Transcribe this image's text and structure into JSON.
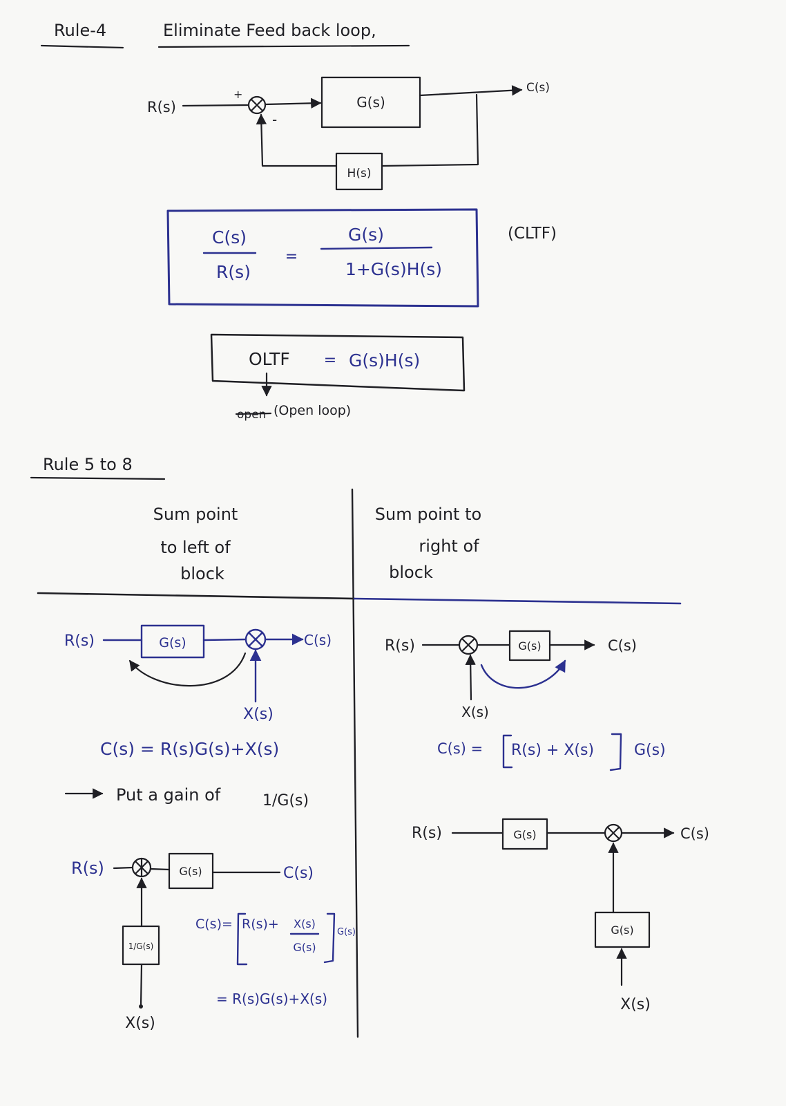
{
  "colors": {
    "paper": "#f8f8f6",
    "ink_black": "#1f1f24",
    "ink_blue": "#2c3190"
  },
  "rule4": {
    "title": "Rule-4",
    "heading": "Eliminate Feed back loop,",
    "diagram": {
      "input": "R(s)",
      "plus_sign": "+",
      "minus_sign": "-",
      "forward_block": "G(s)",
      "feedback_block": "H(s)",
      "output": "C(s)"
    },
    "cltf": {
      "lhs_numerator": "C(s)",
      "lhs_denominator": "R(s)",
      "equals": "=",
      "rhs_numerator": "G(s)",
      "rhs_denominator": "1+G(s)H(s)",
      "label": "(CLTF)"
    },
    "oltf": {
      "label": "OLTF",
      "equals": "=",
      "expression": "G(s)H(s)",
      "struck_word": "open",
      "note": "(Open loop)"
    }
  },
  "rules_5_to_8": {
    "title": "Rule 5 to 8",
    "left": {
      "header": [
        "Sum point",
        "to left of",
        "block"
      ],
      "diagram_1": {
        "input": "R(s)",
        "block": "G(s)",
        "output": "C(s)",
        "disturbance": "X(s)"
      },
      "equation_1": "C(s) = R(s)G(s)+X(s)",
      "instruction": {
        "text": "Put a gain of",
        "gain": "1/G(s)"
      },
      "diagram_2": {
        "input": "R(s)",
        "block": "G(s)",
        "output": "C(s)",
        "gain_block": "1/G(s)",
        "disturbance": "X(s)"
      },
      "equation_2": {
        "lhs": "C(s)=",
        "term_1": "R(s)+",
        "fraction_numerator": "X(s)",
        "fraction_denominator": "G(s)",
        "factor": "G(s)",
        "result": "= R(s)G(s)+X(s)"
      }
    },
    "right": {
      "header": [
        "Sum point to",
        "right of",
        "block"
      ],
      "diagram_1": {
        "input": "R(s)",
        "block": "G(s)",
        "output": "C(s)",
        "disturbance": "X(s)"
      },
      "equation": {
        "lhs": "C(s) =",
        "inner": "R(s) + X(s)",
        "factor": "G(s)"
      },
      "diagram_2": {
        "input": "R(s)",
        "block": "G(s)",
        "output": "C(s)",
        "feed_block": "G(s)",
        "disturbance": "X(s)"
      }
    }
  }
}
